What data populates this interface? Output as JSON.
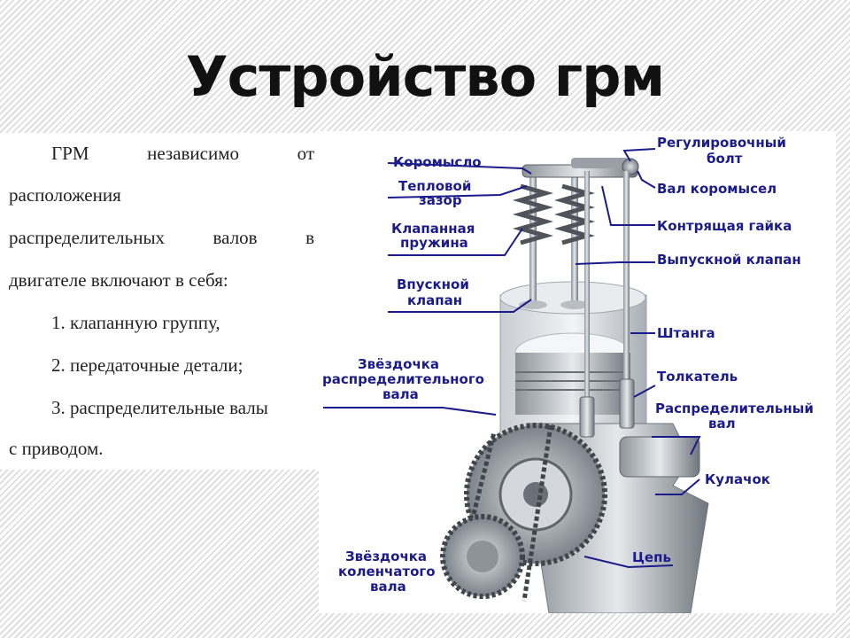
{
  "title": "Устройство грм",
  "text": {
    "p1_words": [
      "ГРМ",
      "независимо",
      "от"
    ],
    "p1_line2": "расположения",
    "p1_line3_words": [
      "распределительных",
      "валов",
      "в"
    ],
    "p1_line4": "двигателе включают в себя:",
    "item1": "1. клапанную группу,",
    "item2": "2. передаточные детали;",
    "item3": "3. распределительные валы",
    "item3_cont": "с приводом."
  },
  "diagram": {
    "labels": {
      "rocker": "Коромысло",
      "thermal_gap_1": "Тепловой",
      "thermal_gap_2": "зазор",
      "valve_spring_1": "Клапанная",
      "valve_spring_2": "пружина",
      "intake_valve_1": "Впускной",
      "intake_valve_2": "клапан",
      "cam_sprocket_1": "Звёздочка",
      "cam_sprocket_2": "распределительного",
      "cam_sprocket_3": "вала",
      "crank_sprocket_1": "Звёздочка",
      "crank_sprocket_2": "коленчатого",
      "crank_sprocket_3": "вала",
      "adjusting_bolt_1": "Регулировочный",
      "adjusting_bolt_2": "болт",
      "rocker_shaft": "Вал коромысел",
      "lock_nut": "Контрящая гайка",
      "exhaust_valve": "Выпускной клапан",
      "pushrod": "Штанга",
      "tappet": "Толкатель",
      "camshaft_1": "Распределительный",
      "camshaft_2": "вал",
      "cam": "Кулачок",
      "chain": "Цепь"
    }
  }
}
